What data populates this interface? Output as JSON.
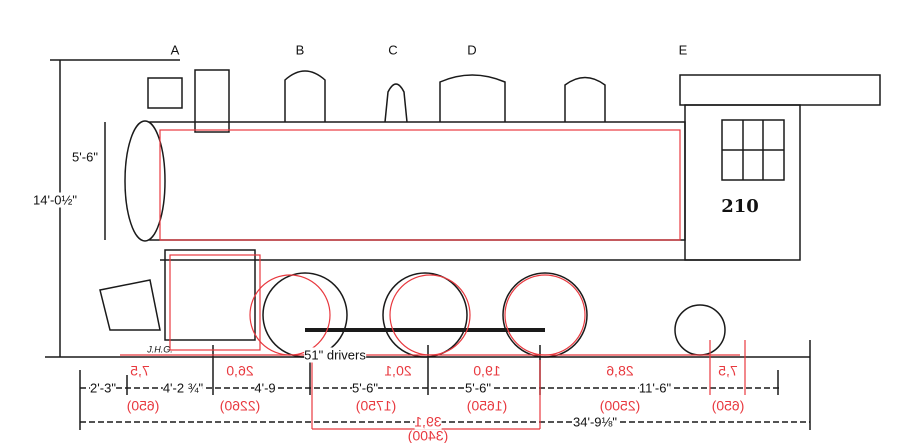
{
  "letters": {
    "a": "A",
    "b": "B",
    "c": "C",
    "d": "D",
    "e": "E"
  },
  "cab_number": "210",
  "signature": "J.H.G.",
  "drivers_label": "51\" drivers",
  "dims_black": {
    "height_total": "14'-0½\"",
    "boiler_dia": "5'-6\"",
    "d1": "2'-3\"",
    "d2": "4'-2 ¾\"",
    "d3": "4'-9",
    "d4": "5'-6\"",
    "d5": "5'-6\"",
    "d6": "11'-6\"",
    "overall": "34'-9⅛\""
  },
  "dims_red": {
    "r1": "7,5",
    "r1mm": "(650)",
    "r2": "26,0",
    "r2mm": "(2260)",
    "r3": "20,1",
    "r3mm": "(1750)",
    "r4": "19,0",
    "r4mm": "(1650)",
    "r5": "28,6",
    "r5mm": "(2500)",
    "r6": "7,5",
    "r6mm": "(650)",
    "r7": "39,1",
    "r7mm": "(3400)"
  },
  "colors": {
    "ink": "#1a1a1a",
    "overlay": "#e8393f"
  }
}
